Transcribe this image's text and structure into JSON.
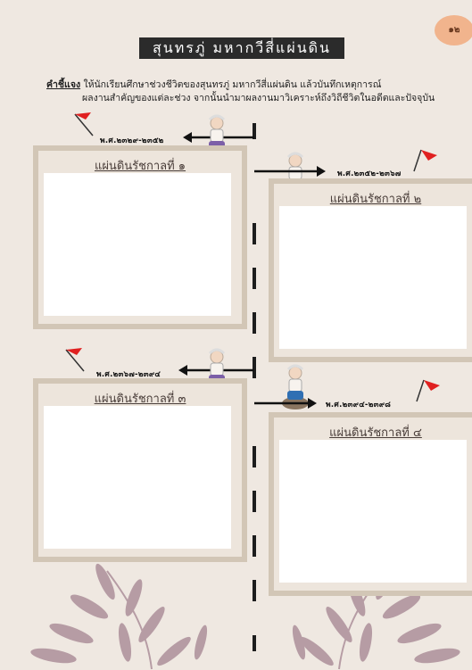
{
  "page_number": "๑๒",
  "title": "สุนทรภู่ มหากวีสี่แผ่นดิน",
  "instructions": {
    "label": "คำชี้แจง",
    "line1": "ให้นักเรียนศึกษาช่วงชีวิตของสุนทรภู่ มหากวีสี่แผ่นดิน แล้วบันทึกเหตุการณ์",
    "line2": "ผลงานสำคัญของแต่ละช่วง จากนั้นนำมาผลงานมาวิเคราะห์ถึงวิถีชีวิตในอดีตและปัจจุบัน"
  },
  "reigns": [
    {
      "label": "แผ่นดินรัชกาลที่ ๑",
      "years": "พ.ศ.๒๓๒๙-๒๓๕๒"
    },
    {
      "label": "แผ่นดินรัชกาลที่ ๒",
      "years": "พ.ศ.๒๓๕๒-๒๓๖๗"
    },
    {
      "label": "แผ่นดินรัชกาลที่ ๓",
      "years": "พ.ศ.๒๓๖๗-๒๓๙๔"
    },
    {
      "label": "แผ่นดินรัชกาลที่ ๔",
      "years": "พ.ศ.๒๓๙๔-๒๓๙๘"
    }
  ],
  "colors": {
    "frame": "#d2c6b6",
    "background": "#efe8e1",
    "flag": "#e02020",
    "leaf": "#a98a96"
  }
}
